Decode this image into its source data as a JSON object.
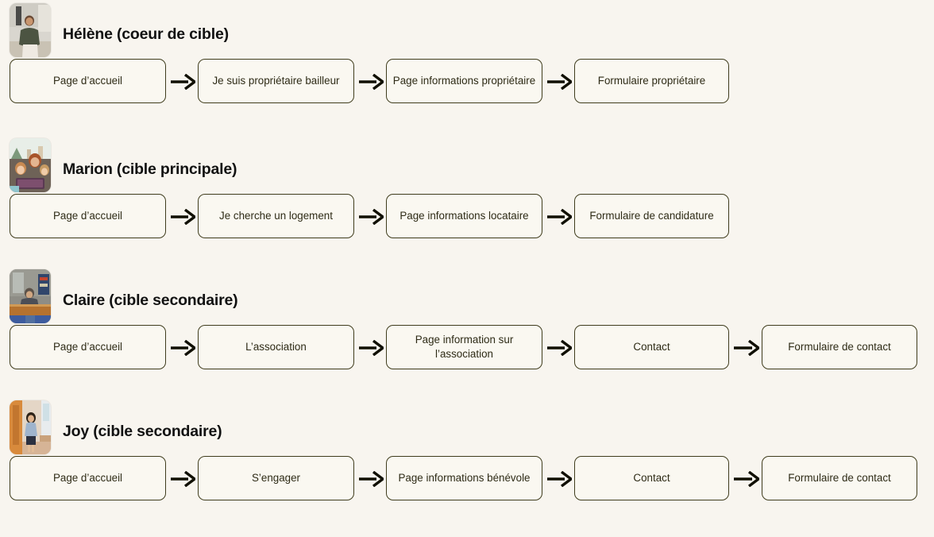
{
  "page": {
    "background_color": "#f8f5ef",
    "node_fill_color": "#faf8f1",
    "node_border_color": "#3f3c1d",
    "text_color": "#2e2b16",
    "heading_color": "#111111",
    "arrow_color": "#100f02"
  },
  "personas": [
    {
      "name": "Hélène (coeur de cible)",
      "avatar_name": "avatar-helene",
      "steps": [
        {
          "label": "Page d’accueil"
        },
        {
          "label": "Je suis propriétaire bailleur"
        },
        {
          "label": "Page informations propriétaire"
        },
        {
          "label": "Formulaire propriétaire"
        }
      ]
    },
    {
      "name": "Marion (cible principale)",
      "avatar_name": "avatar-marion",
      "steps": [
        {
          "label": "Page d’accueil"
        },
        {
          "label": "Je cherche un logement"
        },
        {
          "label": "Page informations locataire"
        },
        {
          "label": "Formulaire de candidature"
        }
      ]
    },
    {
      "name": "Claire (cible secondaire)",
      "avatar_name": "avatar-claire",
      "steps": [
        {
          "label": "Page d’accueil"
        },
        {
          "label": "L’association"
        },
        {
          "label": "Page information sur l’association"
        },
        {
          "label": "Contact"
        },
        {
          "label": "Formulaire de contact"
        }
      ]
    },
    {
      "name": "Joy (cible secondaire)",
      "avatar_name": "avatar-joy",
      "steps": [
        {
          "label": "Page d’accueil"
        },
        {
          "label": "S’engager"
        },
        {
          "label": "Page informations bénévole"
        },
        {
          "label": "Contact"
        },
        {
          "label": "Formulaire de contact"
        }
      ]
    }
  ]
}
